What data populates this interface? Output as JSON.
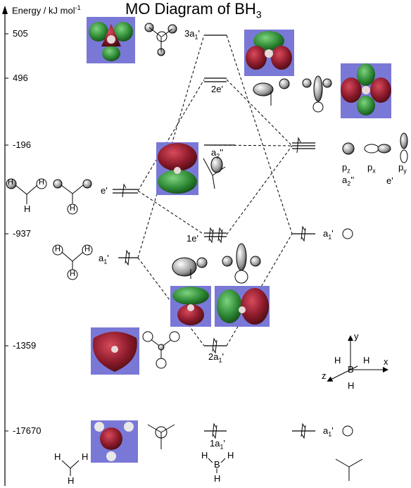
{
  "title_main": "MO Diagram of BH",
  "title_sub": "3",
  "axis": {
    "title": "Energy / kJ mol",
    "title_sup": "-1"
  },
  "ticks": [
    "505",
    "496",
    "-196",
    "-937",
    "-1359",
    "-17670"
  ],
  "mo_labels": {
    "a1p3_main": "3a",
    "a1p3_sub": "1",
    "a1p3_prime": "'",
    "e2": "2e'",
    "a2pp_main": "a",
    "a2pp_sub": "2",
    "a2pp_prime": "''",
    "e1": "1e'",
    "a1p2_main": "2a",
    "a1p2_sub": "1",
    "a1p2_prime": "'",
    "a1p1_main": "1a",
    "a1p1_sub": "1",
    "a1p1_prime": "'"
  },
  "h3_labels": {
    "e": "e'",
    "a1_main": "a",
    "a1_sub": "1",
    "a1_prime": "'"
  },
  "b_labels": {
    "pz": "p",
    "pz_sub": "z",
    "px": "p",
    "px_sub": "x",
    "py": "p",
    "py_sub": "y",
    "a2": "a",
    "a2_sub": "2",
    "a2_prime": "''",
    "ep": "e'",
    "a1_mid_main": "a",
    "a1_mid_sub": "1",
    "a1_mid_prime": "'",
    "a1_bot_main": "a",
    "a1_bot_sub": "1",
    "a1_bot_prime": "'"
  },
  "atom_labels": {
    "H": "H",
    "B": "B"
  },
  "coord_axes": {
    "x": "x",
    "y": "y",
    "z": "z"
  },
  "colors": {
    "orbital_bg": "#7a78d6",
    "lobe_red": "#8b1a2a",
    "lobe_green": "#2f8a36"
  }
}
